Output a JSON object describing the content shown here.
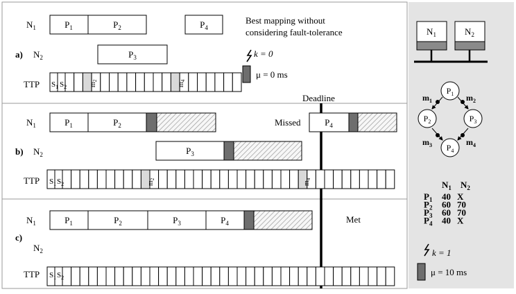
{
  "colors": {
    "box_fill": "#ffffff",
    "stroke": "#000000",
    "recovery_gray": "#6e6e6e",
    "message_slot_gray": "#d9d9d9",
    "sidebar_bg": "#e4e4e4",
    "bus_gray": "#8a8a8a"
  },
  "rows": {
    "n1": "N",
    "n1_sub": "1",
    "n2": "N",
    "n2_sub": "2",
    "ttp": "TTP"
  },
  "scenarios": {
    "a": {
      "label": "a)",
      "note_line1": "Best mapping without",
      "note_line2": "considering fault-tolerance",
      "k_text": "k = 0",
      "mu_text": "μ = 0 ms"
    },
    "b": {
      "label": "b)",
      "status": "Missed"
    },
    "c": {
      "label": "c)",
      "status": "Met"
    }
  },
  "deadline": "Deadline",
  "process_labels": {
    "p1": "P",
    "p1_sub": "1",
    "p2": "P",
    "p2_sub": "2",
    "p3": "P",
    "p3_sub": "3",
    "p4": "P",
    "p4_sub": "4"
  },
  "slots": {
    "s1": "S",
    "s1_sub": "1",
    "s2": "S",
    "s2_sub": "2",
    "m2": "m",
    "m2_sub": "2",
    "m4": "m",
    "m4_sub": "4"
  },
  "architecture": {
    "node1": "N",
    "node1_sub": "1",
    "node2": "N",
    "node2_sub": "2"
  },
  "graph": {
    "p1": "P",
    "p1_sub": "1",
    "p2": "P",
    "p2_sub": "2",
    "p3": "P",
    "p3_sub": "3",
    "p4": "P",
    "p4_sub": "4",
    "m1": "m",
    "m1_sub": "1",
    "m2": "m",
    "m2_sub": "2",
    "m3": "m",
    "m3_sub": "3",
    "m4": "m",
    "m4_sub": "4"
  },
  "wcet_table": {
    "header_n1": "N",
    "header_n1_sub": "1",
    "header_n2": "N",
    "header_n2_sub": "2",
    "rows": [
      {
        "proc": "P",
        "sub": "1",
        "n1": "40",
        "n2": "X"
      },
      {
        "proc": "P",
        "sub": "2",
        "n1": "60",
        "n2": "70"
      },
      {
        "proc": "P",
        "sub": "3",
        "n1": "60",
        "n2": "70"
      },
      {
        "proc": "P",
        "sub": "4",
        "n1": "40",
        "n2": "X"
      }
    ]
  },
  "fault_model": {
    "k_text": "k = 1",
    "mu_text": "μ = 10 ms"
  }
}
